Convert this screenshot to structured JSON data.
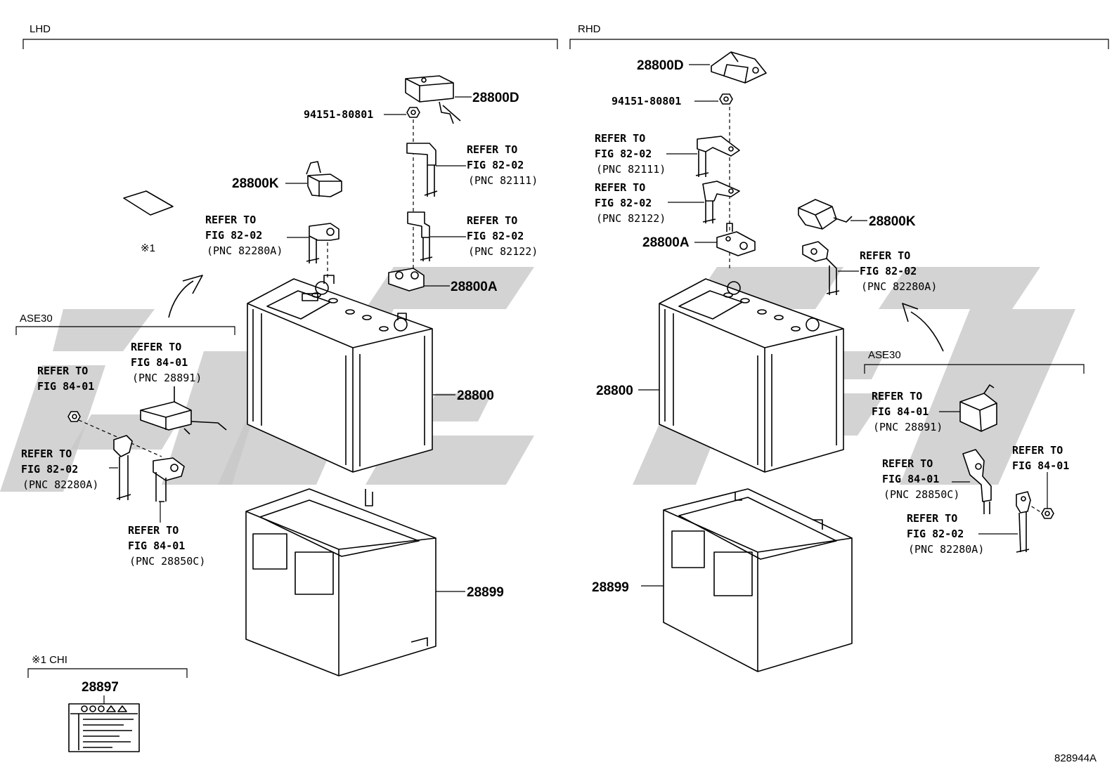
{
  "sections": {
    "lhd": "LHD",
    "rhd": "RHD",
    "ase30_left": "ASE30",
    "ase30_right": "ASE30",
    "chi_note": "※1 CHI"
  },
  "labels": {
    "l_28800d": "28800D",
    "l_94151": "94151-80801",
    "l_ref_82111_a": "REFER TO",
    "l_ref_82111_b": "FIG 82-02",
    "l_ref_82111_c": "(PNC 82111)",
    "l_28800k": "28800K",
    "l_ref_82122_a": "REFER TO",
    "l_ref_82122_b": "FIG 82-02",
    "l_ref_82122_c": "(PNC 82122)",
    "l_ref_82280a_a": "REFER TO",
    "l_ref_82280a_b": "FIG 82-02",
    "l_ref_82280a_c": "(PNC 82280A)",
    "l_28800a": "28800A",
    "l_note1": "※1",
    "l_28800": "28800",
    "l_ref_28891_a": "REFER TO",
    "l_ref_28891_b": "FIG 84-01",
    "l_ref_28891_c": "(PNC 28891)",
    "l_ref_8401_a": "REFER TO",
    "l_ref_8401_b": "FIG 84-01",
    "l_ref_82280a2_a": "REFER TO",
    "l_ref_82280a2_b": "FIG 82-02",
    "l_ref_82280a2_c": "(PNC 82280A)",
    "l_ref_28850c_a": "REFER TO",
    "l_ref_28850c_b": "FIG 84-01",
    "l_ref_28850c_c": "(PNC 28850C)",
    "l_28899": "28899",
    "l_28897": "28897",
    "r_28800d": "28800D",
    "r_94151": "94151-80801",
    "r_ref_82111_a": "REFER TO",
    "r_ref_82111_b": "FIG 82-02",
    "r_ref_82111_c": "(PNC 82111)",
    "r_ref_82122_a": "REFER TO",
    "r_ref_82122_b": "FIG 82-02",
    "r_ref_82122_c": "(PNC 82122)",
    "r_28800k": "28800K",
    "r_28800a": "28800A",
    "r_ref_82280a_a": "REFER TO",
    "r_ref_82280a_b": "FIG 82-02",
    "r_ref_82280a_c": "(PNC 82280A)",
    "r_28800": "28800",
    "r_ref_28891_a": "REFER TO",
    "r_ref_28891_b": "FIG 84-01",
    "r_ref_28891_c": "(PNC 28891)",
    "r_ref_28850c_a": "REFER TO",
    "r_ref_28850c_b": "FIG 84-01",
    "r_ref_28850c_c": "(PNC 28850C)",
    "r_ref_8401_a": "REFER TO",
    "r_ref_8401_b": "FIG 84-01",
    "r_ref_82280a2_a": "REFER TO",
    "r_ref_82280a2_b": "FIG 82-02",
    "r_ref_82280a2_c": "(PNC 82280A)",
    "r_28899": "28899"
  },
  "figure_id": "828944A",
  "watermark_color": "#c8c8c8"
}
